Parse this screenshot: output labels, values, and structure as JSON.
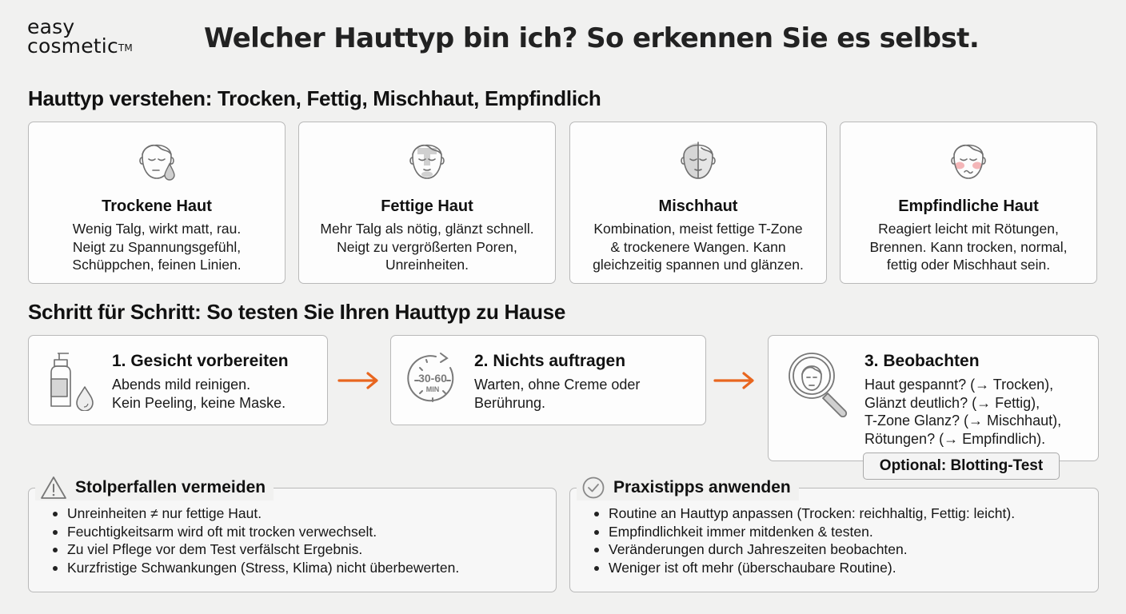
{
  "brand": {
    "line1": "easy",
    "line2": "cosmetic",
    "trademark": "TM"
  },
  "header": {
    "title": "Welcher Hauttyp bin ich? So erkennen Sie es selbst."
  },
  "section_types": {
    "title": "Hauttyp verstehen: Trocken, Fettig, Mischhaut, Empfindlich",
    "cards": [
      {
        "icon": "face-with-droplet-icon",
        "name": "Trockene Haut",
        "lines": [
          "Wenig Talg, wirkt matt, rau.",
          "Neigt zu Spannungsgefühl,",
          "Schüppchen, feinen Linien."
        ]
      },
      {
        "icon": "face-t-zone-icon",
        "name": "Fettige Haut",
        "lines": [
          "Mehr Talg als nötig, glänzt schnell.",
          "Neigt zu vergrößerten Poren,",
          "Unreinheiten."
        ]
      },
      {
        "icon": "face-split-icon",
        "name": "Mischhaut",
        "lines": [
          "Kombination, meist fettige T-Zone",
          "& trockenere Wangen. Kann",
          "gleichzeitig spannen und glänzen."
        ]
      },
      {
        "icon": "face-red-cheeks-icon",
        "name": "Empfindliche Haut",
        "lines": [
          "Reagiert leicht mit Rötungen,",
          "Brennen. Kann trocken, normal,",
          "fettig oder Mischhaut sein."
        ]
      }
    ]
  },
  "section_steps": {
    "title": "Schritt für Schritt: So testen Sie Ihren Hauttyp zu Hause",
    "steps": [
      {
        "icon": "cleanser-bottle-droplet-icon",
        "title": "1. Gesicht vorbereiten",
        "lines": [
          "Abends mild reinigen.",
          "Kein Peeling, keine Maske."
        ]
      },
      {
        "icon": "timer-icon",
        "timer_value": "30-60",
        "timer_unit": "MIN",
        "title": "2. Nichts auftragen",
        "lines": [
          "Warten, ohne Creme oder",
          "Berührung."
        ]
      },
      {
        "icon": "magnifier-face-icon",
        "title": "3. Beobachten",
        "lines": [
          "Haut gespannt? (→ Trocken),",
          "Glänzt deutlich? (→ Fettig),",
          "T-Zone Glanz? (→ Mischhaut),",
          "Rötungen? (→ Empfindlich)."
        ]
      }
    ],
    "badge": "Optional: Blotting-Test",
    "arrow_color": "#e8661f"
  },
  "pitfalls": {
    "icon": "warning-icon",
    "title": "Stolperfallen vermeiden",
    "items": [
      "Unreinheiten ≠ nur fettige Haut.",
      "Feuchtigkeitsarm wird oft mit trocken verwechselt.",
      "Zu viel Pflege vor dem Test verfälscht Ergebnis.",
      "Kurzfristige Schwankungen (Stress, Klima) nicht überbewerten."
    ]
  },
  "tips": {
    "icon": "check-circle-icon",
    "title": "Praxistipps anwenden",
    "items": [
      "Routine an Hauttyp anpassen (Trocken: reichhaltig, Fettig: leicht).",
      "Empfindlichkeit immer mitdenken & testen.",
      "Veränderungen durch Jahreszeiten beobachten.",
      "Weniger ist oft mehr (überschaubare Routine)."
    ]
  },
  "colors": {
    "accent": "#e8661f",
    "icon_stroke": "#6f6f6f",
    "icon_fill": "#cfcfcf",
    "blush": "#f2a9ab",
    "background": "#f1f1f0"
  }
}
